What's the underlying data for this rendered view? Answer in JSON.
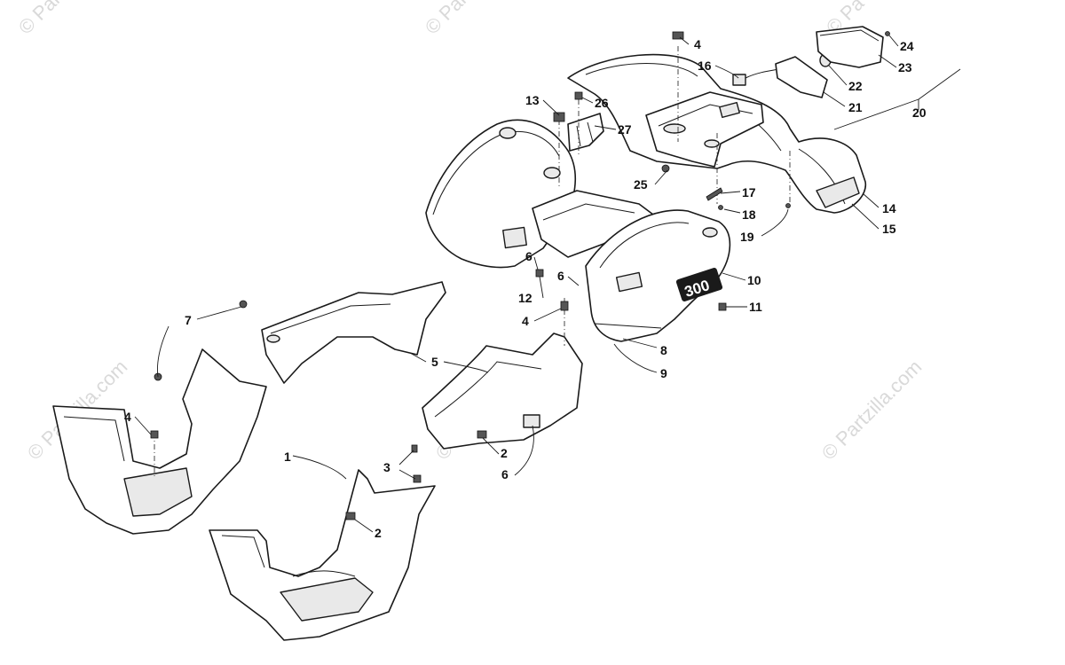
{
  "watermark": {
    "text": "© Partzilla.com",
    "top_text": "© Pa"
  },
  "decal_text": "300",
  "callouts": [
    {
      "id": "c1",
      "label": "1"
    },
    {
      "id": "c2a",
      "label": "2"
    },
    {
      "id": "c2b",
      "label": "2"
    },
    {
      "id": "c3",
      "label": "3"
    },
    {
      "id": "c4a",
      "label": "4"
    },
    {
      "id": "c4b",
      "label": "4"
    },
    {
      "id": "c4c",
      "label": "4"
    },
    {
      "id": "c5",
      "label": "5"
    },
    {
      "id": "c6a",
      "label": "6"
    },
    {
      "id": "c6b",
      "label": "6"
    },
    {
      "id": "c6c",
      "label": "6"
    },
    {
      "id": "c7",
      "label": "7"
    },
    {
      "id": "c8",
      "label": "8"
    },
    {
      "id": "c9",
      "label": "9"
    },
    {
      "id": "c10",
      "label": "10"
    },
    {
      "id": "c11",
      "label": "11"
    },
    {
      "id": "c12",
      "label": "12"
    },
    {
      "id": "c13",
      "label": "13"
    },
    {
      "id": "c14",
      "label": "14"
    },
    {
      "id": "c15",
      "label": "15"
    },
    {
      "id": "c16",
      "label": "16"
    },
    {
      "id": "c17",
      "label": "17"
    },
    {
      "id": "c18",
      "label": "18"
    },
    {
      "id": "c19",
      "label": "19"
    },
    {
      "id": "c20",
      "label": "20"
    },
    {
      "id": "c21",
      "label": "21"
    },
    {
      "id": "c22",
      "label": "22"
    },
    {
      "id": "c23",
      "label": "23"
    },
    {
      "id": "c24",
      "label": "24"
    },
    {
      "id": "c25",
      "label": "25"
    },
    {
      "id": "c26",
      "label": "26"
    },
    {
      "id": "c27",
      "label": "27"
    }
  ]
}
